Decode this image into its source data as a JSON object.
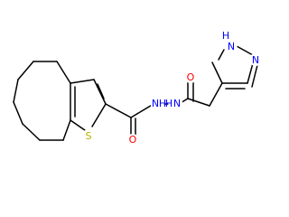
{
  "molecule": {
    "atoms": {
      "S": "S",
      "O_amide_left": "O",
      "O_amide_right": "O",
      "NH_left": "N",
      "NH_left_h": "H",
      "NH_right": "N",
      "NH_right_h": "H",
      "N_pyrazole_top": "N",
      "N_pyrazole_top_h": "H",
      "N_pyrazole_right": "N"
    },
    "colors": {
      "S": "#b2b200",
      "O": "#ff0000",
      "N": "#0000ff",
      "bond": "#000000",
      "background": "#ffffff"
    }
  }
}
